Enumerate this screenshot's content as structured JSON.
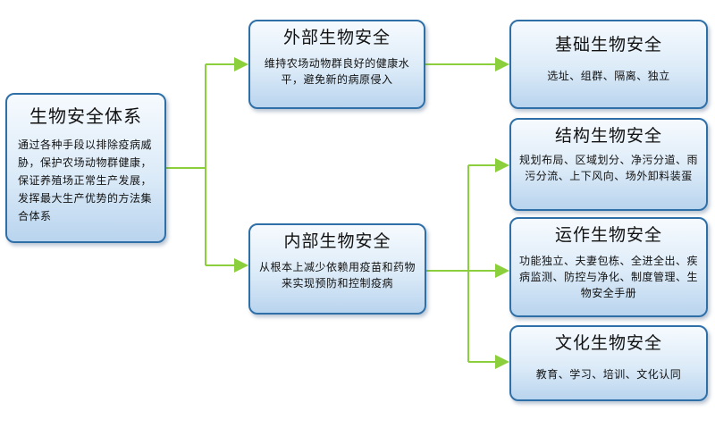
{
  "root": {
    "title": "生物安全体系",
    "desc": "通过各种手段以排除疫病威胁，保护农场动物群健康，保证养殖场正常生产发展，发挥最大生产优势的方法集合体系"
  },
  "external": {
    "title": "外部生物安全",
    "desc": "维持农场动物群良好的健康水平，避免新的病原侵入"
  },
  "internal": {
    "title": "内部生物安全",
    "desc": "从根本上减少依赖用疫苗和药物来实现预防和控制疫病"
  },
  "basic": {
    "title": "基础生物安全",
    "desc": "选址、组群、隔离、独立"
  },
  "structural": {
    "title": "结构生物安全",
    "desc": "规划布局、区域划分、净污分道、雨污分流、上下风向、场外卸料装蛋"
  },
  "operational": {
    "title": "运作生物安全",
    "desc": "功能独立、夫妻包栋、全进全出、疾病监测、防控与净化、制度管理、生物安全手册"
  },
  "cultural": {
    "title": "文化生物安全",
    "desc": "教育、学习、培训、文化认同"
  },
  "colors": {
    "connector": "#8ccf3c",
    "border": "#2f6fa8"
  }
}
